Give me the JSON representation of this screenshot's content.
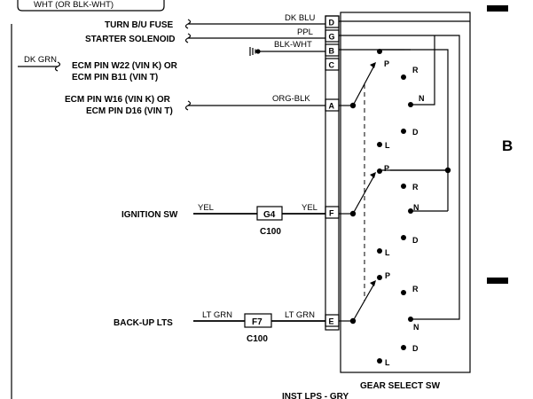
{
  "header": {
    "top_wire_label": "WHT (OR BLK-WHT)"
  },
  "left_labels": {
    "turn_bu_fuse": "TURN B/U FUSE",
    "starter_solenoid": "STARTER SOLENOID",
    "dk_grn": "DK GRN",
    "ecm_w22": "ECM PIN W22 (VIN K) OR",
    "ecm_b11": "ECM PIN B11 (VIN T)",
    "ecm_w16": "ECM PIN W16 (VIN K) OR",
    "ecm_d16": "ECM PIN D16 (VIN T)",
    "ignition_sw": "IGNITION SW",
    "backup_lts": "BACK-UP LTS"
  },
  "wire_colors": {
    "dk_blu": "DK BLU",
    "ppl": "PPL",
    "blk_wht": "BLK-WHT",
    "org_blk": "ORG-BLK",
    "yel_left": "YEL",
    "yel_right": "YEL",
    "lt_grn_left": "LT GRN",
    "lt_grn_right": "LT GRN"
  },
  "connector_pins": [
    "D",
    "G",
    "B",
    "C",
    "A",
    "F",
    "E"
  ],
  "fuses": {
    "g4": "G4",
    "f7": "F7"
  },
  "connectors": {
    "c100_upper": "C100",
    "c100_lower": "C100"
  },
  "gear_positions": {
    "p": "P",
    "r": "R",
    "n": "N",
    "d": "D",
    "l": "L"
  },
  "switch_title": "GEAR SELECT SW",
  "bottom_label": "INST LPS - GRY",
  "page_letter": "B"
}
